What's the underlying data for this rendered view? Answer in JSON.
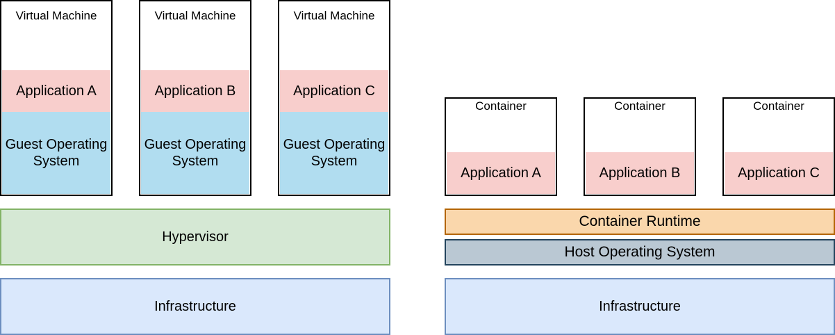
{
  "vm_stack": {
    "vms": [
      {
        "caption": "Virtual Machine",
        "app": "Application A",
        "guest_os": "Guest Operating System"
      },
      {
        "caption": "Virtual Machine",
        "app": "Application B",
        "guest_os": "Guest Operating System"
      },
      {
        "caption": "Virtual Machine",
        "app": "Application C",
        "guest_os": "Guest Operating System"
      }
    ],
    "hypervisor": "Hypervisor",
    "infrastructure": "Infrastructure"
  },
  "container_stack": {
    "containers": [
      {
        "caption": "Container",
        "app": "Application A"
      },
      {
        "caption": "Container",
        "app": "Application B"
      },
      {
        "caption": "Container",
        "app": "Application C"
      }
    ],
    "runtime": "Container Runtime",
    "host_os": "Host Operating System",
    "infrastructure": "Infrastructure"
  },
  "colors": {
    "application": "#f8cecc",
    "guest_os": "#b1ddf0",
    "hypervisor": "#d5e8d4",
    "infrastructure": "#dae8fc",
    "container_runtime": "#fad7ac",
    "host_os": "#bac8d3"
  }
}
